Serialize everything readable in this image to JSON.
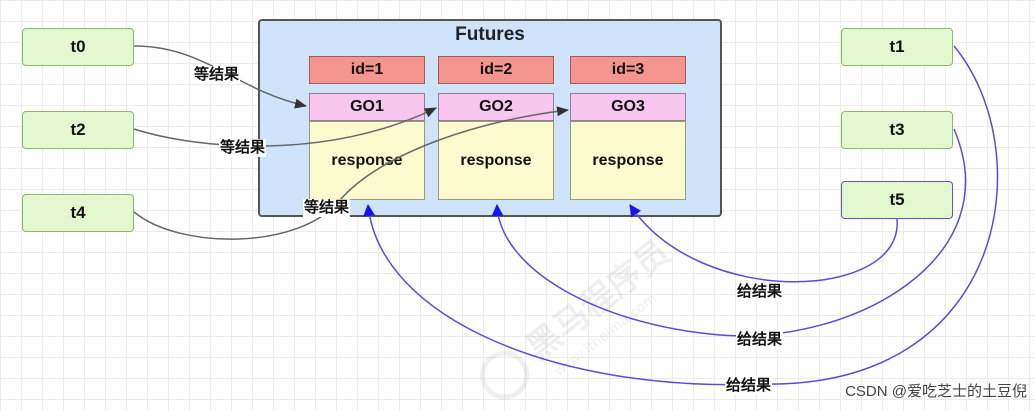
{
  "diagram": {
    "container_title": "Futures",
    "futures": [
      {
        "id_label": "id=1",
        "go_label": "GO1",
        "response_label": "response"
      },
      {
        "id_label": "id=2",
        "go_label": "GO2",
        "response_label": "response"
      },
      {
        "id_label": "id=3",
        "go_label": "GO3",
        "response_label": "response"
      }
    ],
    "waiting_threads": [
      "t0",
      "t2",
      "t4"
    ],
    "producing_threads": [
      "t1",
      "t3",
      "t5"
    ],
    "wait_label": "等结果",
    "give_label": "给结果"
  },
  "watermark": {
    "text": "CSDN @爱吃芝士的土豆倪",
    "logo_text": "黑马程序员",
    "logo_url": "www.itheima.com"
  },
  "colors": {
    "thread_fill": "#e3f8cf",
    "futures_fill": "#cfe3fb",
    "id_fill": "#f59590",
    "go_fill": "#f7c7ef",
    "response_fill": "#fcfbcf",
    "wait_arrow": "#555555",
    "give_arrow": "#4a3fe0"
  }
}
